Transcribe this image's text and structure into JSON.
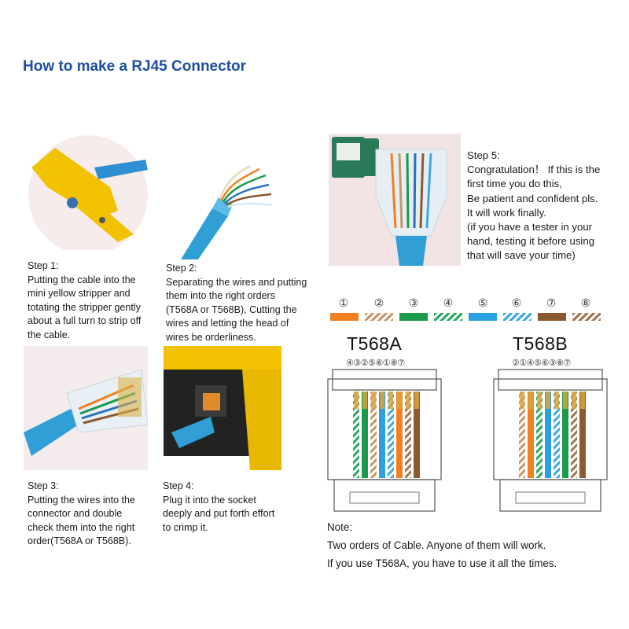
{
  "title": "How to make a RJ45 Connector",
  "steps": [
    {
      "heading": "Step 1:",
      "lines": [
        "Putting the cable into the",
        "mini yellow stripper and",
        "totating the stripper gently",
        "about a full turn to strip off",
        "the cable."
      ]
    },
    {
      "heading": "Step 2:",
      "lines": [
        "Separating the wires and putting",
        "them into the right orders",
        "(T568A or T568B), Cutting the",
        "wires and letting the head of",
        "wires be orderliness."
      ]
    },
    {
      "heading": "Step 3:",
      "lines": [
        "Putting the wires into the",
        "connector and double",
        "check them into the right",
        "order(T568A or T568B)."
      ]
    },
    {
      "heading": "Step 4:",
      "lines": [
        "Plug it into the socket",
        "deeply and put forth effort",
        "to crimp it."
      ]
    },
    {
      "heading": "Step 5:",
      "lines": [
        "Congratulation！ If this is the",
        "first time you do this,",
        "Be patient and confident pls.",
        "It will work finally.",
        "(if you have a tester in your",
        "hand, testing it before using",
        "that will save your time)"
      ]
    }
  ],
  "legend": {
    "numbers": [
      "①",
      "②",
      "③",
      "④",
      "⑤",
      "⑥",
      "⑦",
      "⑧"
    ],
    "colors": [
      "#f08020",
      "#c8956a",
      "#1a9a4a",
      "#28a860",
      "#2aa0e0",
      "#40a8e0",
      "#8a5a30",
      "#a07850"
    ],
    "striped": [
      false,
      true,
      false,
      true,
      false,
      true,
      false,
      true
    ]
  },
  "standards": [
    {
      "name": "T568A",
      "order": "④③②⑤⑥①⑧⑦"
    },
    {
      "name": "T568B",
      "order": "②①④⑤⑥③⑧⑦"
    }
  ],
  "note": {
    "heading": "Note:",
    "lines": [
      "Two orders of Cable. Anyone of them will work.",
      "If you use T568A, you have to use it all the times."
    ]
  }
}
